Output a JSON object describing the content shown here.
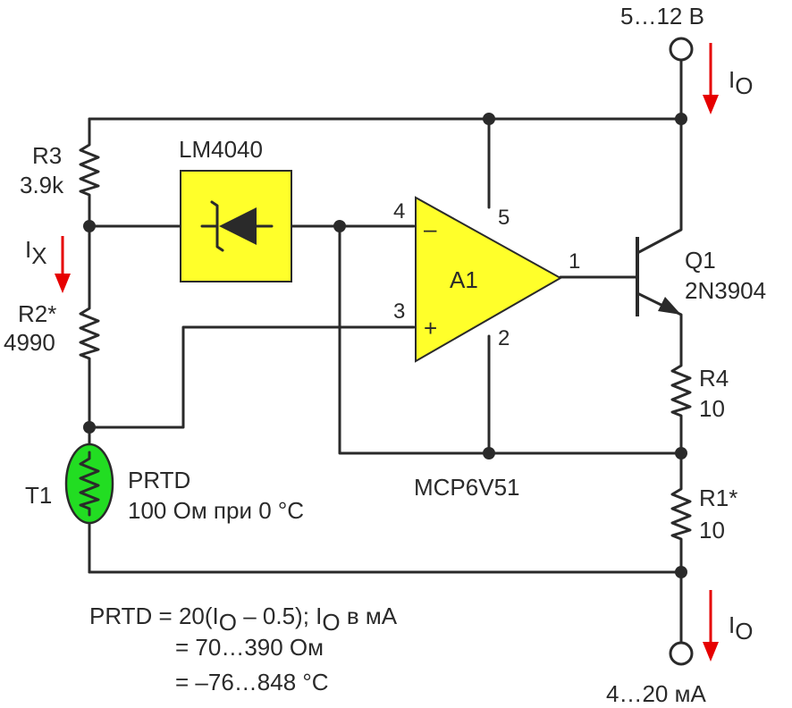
{
  "supply_terminal": {
    "label": "5…12 В"
  },
  "output_terminal": {
    "label": "4…20 мА"
  },
  "current_top": {
    "main": "I",
    "sub": "O"
  },
  "current_bottom": {
    "main": "I",
    "sub": "O"
  },
  "current_x": {
    "main": "I",
    "sub": "X"
  },
  "r3": {
    "name": "R3",
    "value": "3.9k"
  },
  "r2": {
    "name": "R2*",
    "value": "4990"
  },
  "r4": {
    "name": "R4",
    "value": "10"
  },
  "r1": {
    "name": "R1*",
    "value": "10"
  },
  "reference": {
    "name": "LM4040"
  },
  "opamp": {
    "name": "A1",
    "part": "MCP6V51",
    "pin_inv": "4",
    "pin_noninv": "3",
    "pin_vdd": "5",
    "pin_vss": "2",
    "pin_out": "1",
    "sign_minus": "–",
    "sign_plus": "+"
  },
  "transistor": {
    "name": "Q1",
    "part": "2N3904"
  },
  "sensor": {
    "name": "T1",
    "type": "PRTD",
    "spec": "100 Ом при 0 °C"
  },
  "formula": {
    "line1_a": "PRTD = 20(I",
    "line1_sub": "O",
    "line1_b": " – 0.5); I",
    "line1_sub2": "O",
    "line1_c": " в мА",
    "line2": "= 70…390 Ом",
    "line3": "= –76…848 °C"
  },
  "colors": {
    "wire": "#2a2a2a",
    "component_fill": "#ffff2a",
    "sensor_fill": "#22dd22",
    "arrow": "#e60000"
  }
}
